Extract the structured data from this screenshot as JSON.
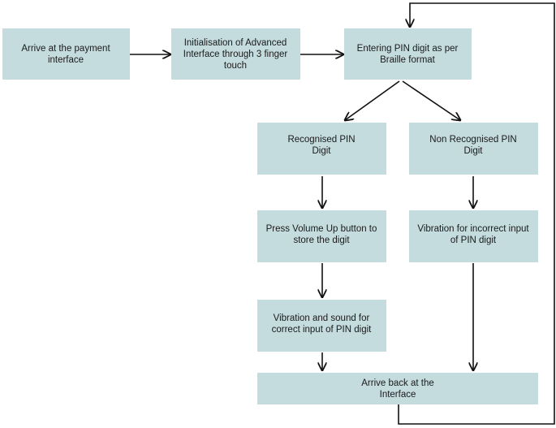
{
  "nodes": {
    "arrive": {
      "lines": [
        "Arrive at the payment",
        "interface"
      ]
    },
    "init": {
      "lines": [
        "Initialisation of Advanced",
        "Interface through 3 finger",
        "touch"
      ]
    },
    "entering": {
      "lines": [
        "Entering PIN digit as per",
        "Braille format"
      ]
    },
    "recognised": {
      "lines": [
        "Recognised PIN",
        "Digit"
      ]
    },
    "nonrecognised": {
      "lines": [
        "Non Recognised PIN",
        "Digit"
      ]
    },
    "volume": {
      "lines": [
        "Press Volume Up button to",
        "store the digit"
      ]
    },
    "vibincorrect": {
      "lines": [
        "Vibration for incorrect input",
        "of PIN digit"
      ]
    },
    "vibcorrect": {
      "lines": [
        "Vibration and sound for",
        "correct input of PIN digit"
      ]
    },
    "arriveback": {
      "lines": [
        "Arrive back at the",
        "Interface"
      ]
    }
  },
  "colors": {
    "box_fill": "#c5dcdf",
    "line": "#111111",
    "text": "#1a1a1a"
  }
}
